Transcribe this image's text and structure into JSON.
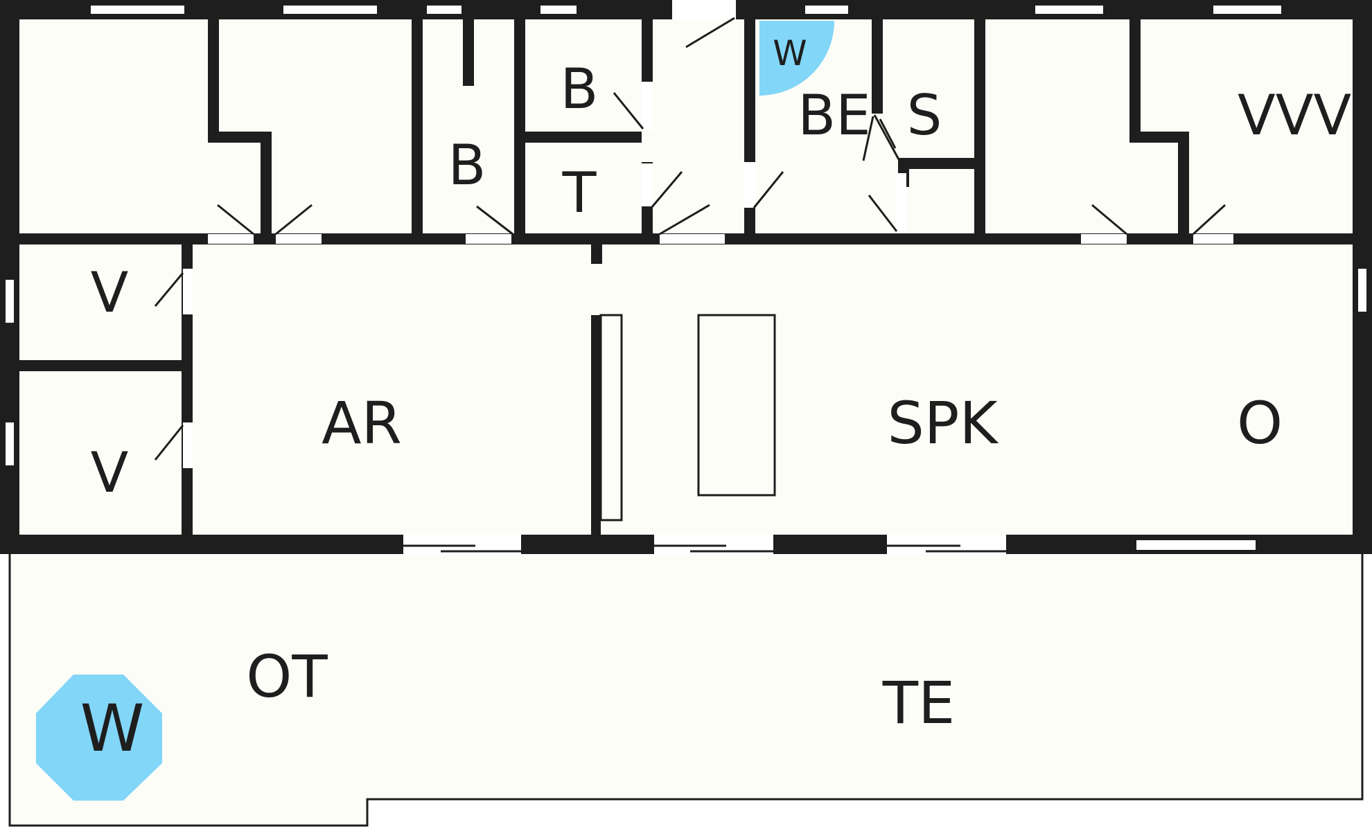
{
  "floorplan": {
    "rooms": {
      "vv_left": "",
      "b_main": "B",
      "b_small": "B",
      "t": "T",
      "be": "BE",
      "s": "S",
      "vvv": "VVV",
      "v_top": "V",
      "v_bottom": "V",
      "ar": "AR",
      "spk": "SPK",
      "o": "O",
      "ot": "OT",
      "te": "TE"
    },
    "markers": {
      "bath_w": "W",
      "terrace_w": "W"
    },
    "colors": {
      "wall": "#1e1e1e",
      "floor": "#fdfdf8",
      "marker": "#82d6f7",
      "background": "#ffffff"
    }
  }
}
